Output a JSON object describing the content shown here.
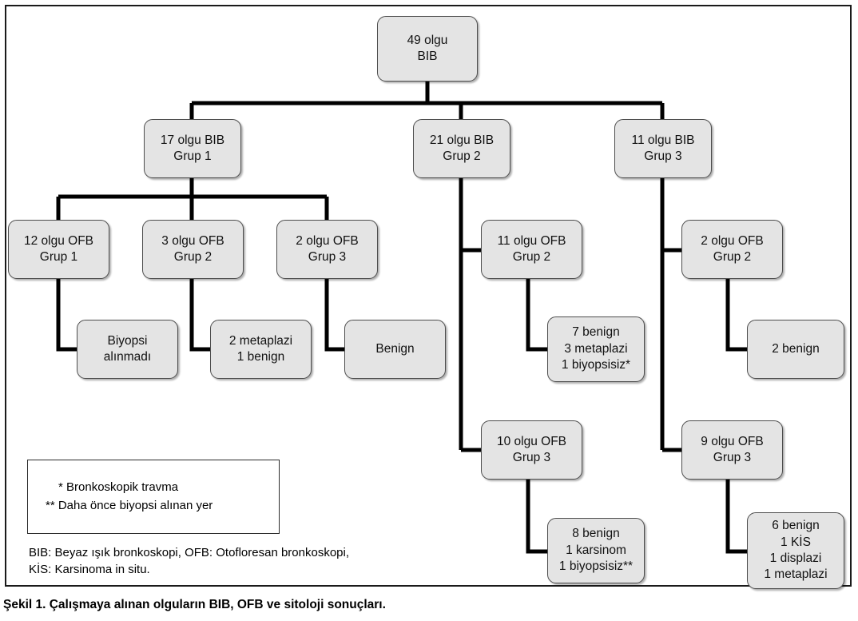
{
  "figure": {
    "caption": "Şekil 1. Çalışmaya alınan olguların BIB, OFB ve sitoloji sonuçları.",
    "legend": {
      "line1": "*  Bronkoskopik travma",
      "line2": "** Daha önce biyopsi alınan yer"
    },
    "abbreviations": "BIB: Beyaz ışık bronkoskopi, OFB: Otofloresan bronkoskopi,\nKİS: Karsinoma in situ."
  },
  "nodes": {
    "root": "49 olgu\nBIB",
    "bib_grup1": "17 olgu BIB\nGrup 1",
    "bib_grup2": "21 olgu BIB\nGrup 2",
    "bib_grup3": "11 olgu BIB\nGrup 3",
    "ofb_g1_1": "12 olgu OFB\nGrup 1",
    "ofb_g1_2": "3 olgu OFB\nGrup 2",
    "ofb_g1_3": "2 olgu OFB\nGrup 3",
    "res_g1_1": "Biyopsi\nalınmadı",
    "res_g1_2": "2 metaplazi\n1 benign",
    "res_g1_3": "Benign",
    "ofb_g2_1": "11 olgu OFB\nGrup 2",
    "res_g2_1": "7 benign\n3 metaplazi\n1 biyopsisiz*",
    "ofb_g2_2": "10 olgu OFB\nGrup 3",
    "res_g2_2": "8 benign\n1 karsinom\n1 biyopsisiz**",
    "ofb_g3_1": "2 olgu OFB\nGrup 2",
    "res_g3_1": "2 benign",
    "ofb_g3_2": "9 olgu OFB\nGrup 3",
    "res_g3_2": "6 benign\n1 KİS\n1 displazi\n1 metaplazi"
  },
  "chart_data": {
    "type": "diagram",
    "title": "Şekil 1. Çalışmaya alınan olguların BIB, OFB ve sitoloji sonuçları.",
    "diagram_kind": "flowchart-tree",
    "tree": {
      "label": "49 olgu BIB",
      "count": 49,
      "children": [
        {
          "label": "17 olgu BIB Grup 1",
          "count": 17,
          "children": [
            {
              "label": "12 olgu OFB Grup 1",
              "count": 12,
              "children": [
                {
                  "label": "Biyopsi alınmadı",
                  "count": null,
                  "children": []
                }
              ]
            },
            {
              "label": "3 olgu OFB Grup 2",
              "count": 3,
              "children": [
                {
                  "label": "2 metaplazi / 1 benign",
                  "count": 3,
                  "children": []
                }
              ]
            },
            {
              "label": "2 olgu OFB Grup 3",
              "count": 2,
              "children": [
                {
                  "label": "Benign",
                  "count": 2,
                  "children": []
                }
              ]
            }
          ]
        },
        {
          "label": "21 olgu BIB Grup 2",
          "count": 21,
          "children": [
            {
              "label": "11 olgu OFB Grup 2",
              "count": 11,
              "children": [
                {
                  "label": "7 benign / 3 metaplazi / 1 biyopsisiz*",
                  "count": 11,
                  "children": []
                }
              ]
            },
            {
              "label": "10 olgu OFB Grup 3",
              "count": 10,
              "children": [
                {
                  "label": "8 benign / 1 karsinom / 1 biyopsisiz**",
                  "count": 10,
                  "children": []
                }
              ]
            }
          ]
        },
        {
          "label": "11 olgu BIB Grup 3",
          "count": 11,
          "children": [
            {
              "label": "2 olgu OFB Grup 2",
              "count": 2,
              "children": [
                {
                  "label": "2 benign",
                  "count": 2,
                  "children": []
                }
              ]
            },
            {
              "label": "9 olgu OFB Grup 3",
              "count": 9,
              "children": [
                {
                  "label": "6 benign / 1 KİS / 1 displazi / 1 metaplazi",
                  "count": 9,
                  "children": []
                }
              ]
            }
          ]
        }
      ]
    },
    "footnotes": [
      "*  Bronkoskopik travma",
      "** Daha önce biyopsi alınan yer"
    ],
    "abbreviations": [
      "BIB: Beyaz ışık bronkoskopi",
      "OFB: Otofloresan bronkoskopi",
      "KİS: Karsinoma in situ."
    ],
    "colors": {
      "node_fill": "#e4e4e4",
      "node_border": "#4d4d4d",
      "connector": "#000000",
      "background": "#ffffff"
    }
  }
}
